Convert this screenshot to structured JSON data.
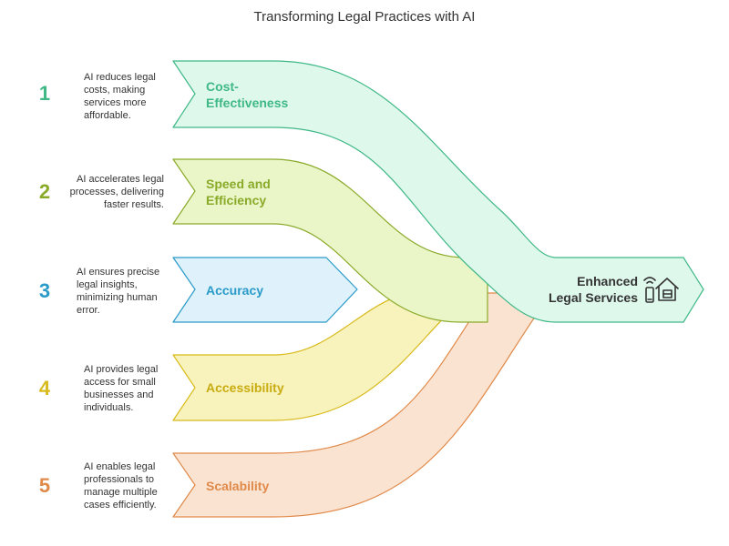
{
  "title": "Transforming Legal Practices with AI",
  "steps": [
    {
      "number": "1",
      "label": "Cost-\nEffectiveness",
      "description": "AI reduces legal costs, making services more affordable.",
      "color": "#3fb886",
      "fill": "#dff8ec"
    },
    {
      "number": "2",
      "label": "Speed and\nEfficiency",
      "description": "AI accelerates legal processes, delivering faster results.",
      "color": "#8aaa2a",
      "fill": "#eaf6c8"
    },
    {
      "number": "3",
      "label": "Accuracy",
      "description": "AI ensures precise legal insights, minimizing human error.",
      "color": "#2a9ac9",
      "fill": "#dff2fb"
    },
    {
      "number": "4",
      "label": "Accessibility",
      "description": "AI provides legal access for small businesses and individuals.",
      "color": "#d8bb1e",
      "fill": "#f8f2bd"
    },
    {
      "number": "5",
      "label": "Scalability",
      "description": "AI enables legal professionals to manage multiple cases efficiently.",
      "color": "#e08a4a",
      "fill": "#fbe3d2"
    }
  ],
  "outcome": {
    "label": "Enhanced\nLegal Services",
    "icon": "smart-home-icon"
  }
}
